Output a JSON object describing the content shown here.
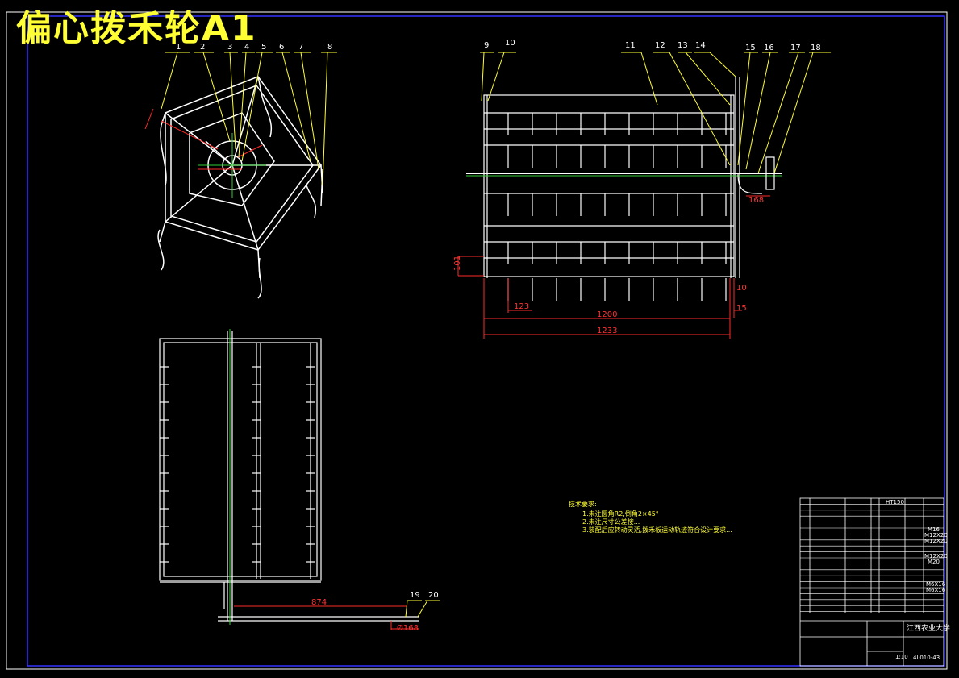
{
  "drawing": {
    "title": "偏心拨禾轮A1"
  },
  "balloons": {
    "side_view": [
      "1",
      "2",
      "3",
      "4",
      "5",
      "6",
      "7",
      "8"
    ],
    "front_view": [
      "9",
      "10",
      "11",
      "12",
      "13",
      "14",
      "15",
      "16",
      "17",
      "18"
    ],
    "plan_view": [
      "19",
      "20"
    ]
  },
  "dimensions": {
    "d1": "1200",
    "d2": "1233",
    "d3": "123",
    "d4": "101",
    "d5": "10",
    "d6": "15",
    "d7": "168",
    "d8": "874",
    "d9": "Ø168"
  },
  "notes": {
    "heading": "技术要求:",
    "line1": "1.未注圆角R2,倒角2×45°",
    "line2": "2.未注尺寸公差按...",
    "line3": "3.装配后应转动灵活,拨禾板运动轨迹符合设计要求..."
  },
  "title_block": {
    "material": "HT150",
    "school": "江西农业大学",
    "drawing_no": "4L010-43",
    "scale_field": "1:10",
    "spec_values": [
      "M16",
      "M12X20",
      "M12X20",
      "M12X20",
      "M20",
      "M6X16",
      "M6X16"
    ]
  },
  "colors": {
    "background": "#000000",
    "line": "#ffffff",
    "dimension": "#ff2a2a",
    "leader": "#ffff33",
    "center": "#33cc33",
    "frame": "#3333ff"
  }
}
